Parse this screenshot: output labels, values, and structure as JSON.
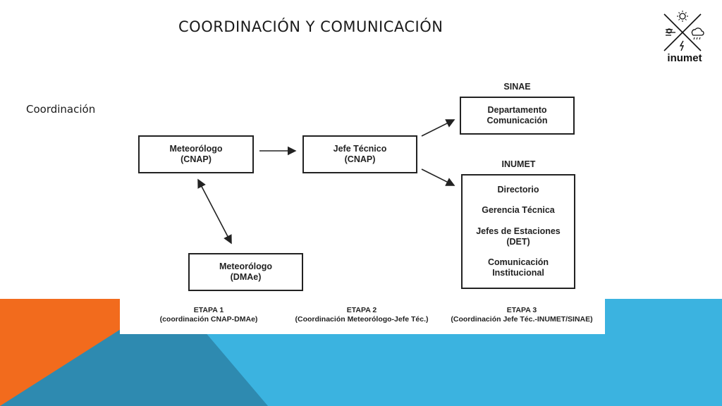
{
  "title": "COORDINACIÓN Y COMUNICACIÓN",
  "side_label": "Coordinación",
  "logo": {
    "text": "inumet",
    "icon": "weather-symbols-x-icon"
  },
  "diagram": {
    "met_cnap": {
      "line1": "Meteorólogo",
      "line2": "(CNAP)"
    },
    "jefe_tecnico": {
      "line1": "Jefe Técnico",
      "line2": "(CNAP)"
    },
    "met_dmae": {
      "line1": "Meteorólogo",
      "line2": "(DMAe)"
    },
    "sinae": {
      "label": "SINAE",
      "box_line1": "Departamento",
      "box_line2": "Comunicación"
    },
    "inumet": {
      "label": "INUMET",
      "item1": "Directorio",
      "item2": "Gerencia Técnica",
      "item3_line1": "Jefes de Estaciones",
      "item3_line2": "(DET)",
      "item4_line1": "Comunicación",
      "item4_line2": "Institucional"
    },
    "stages": [
      {
        "title": "ETAPA 1",
        "desc": "(coordinación CNAP-DMAe)"
      },
      {
        "title": "ETAPA 2",
        "desc": "(Coordinación Meteorólogo-Jefe Téc.)"
      },
      {
        "title": "ETAPA 3",
        "desc": "(Coordinación Jefe Téc.-INUMET/SINAE)"
      }
    ]
  },
  "colors": {
    "orange": "#F26B1D",
    "blue": "#3BB3E0",
    "dark_blue": "#2E8AB0"
  }
}
